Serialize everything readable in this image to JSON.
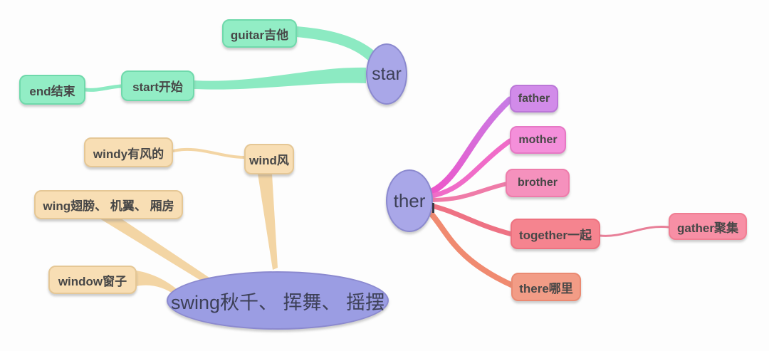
{
  "title": "word-family mind map",
  "palette": {
    "bg": "#fdfdfd",
    "text": "#474747",
    "ellipse_text": "#3d4057",
    "mint_fill": "#92edc5",
    "mint_border": "#6fd9ab",
    "mint_link": "#8ceac2",
    "lavender_fill": "#a9a7e8",
    "lavender_border": "#8b89cf",
    "periwinkle_fill": "#9b9de3",
    "tan_fill": "#f8deb4",
    "tan_border": "#e5c795",
    "tan_link": "#f3d5a4",
    "father_fill": "#d18be9",
    "father_border": "#bb77d8",
    "mother_fill": "#f48fda",
    "mother_border": "#e678c4",
    "brother_fill": "#f591bd",
    "brother_border": "#ee7cab",
    "together_fill": "#f5848f",
    "together_border": "#ee7280",
    "gather_fill": "#f78fa5",
    "gather_border": "#f07e93",
    "there_fill": "#f29c86",
    "there_border": "#ea8a72",
    "link_magenta": "#ee55c8",
    "link_violet": "#c77ce6",
    "link_pink": "#f06cc8",
    "link_rose": "#ef7ba8",
    "link_red": "#ee7284",
    "link_salmon": "#f08a70",
    "link_gather": "#e87f98"
  },
  "nodes": {
    "star": {
      "label": "star"
    },
    "guitar": {
      "label": "guitar吉他"
    },
    "start": {
      "label": "start开始"
    },
    "end": {
      "label": "end结束"
    },
    "swing": {
      "label": "swing秋千、 挥舞、 摇摆"
    },
    "wind": {
      "label": "wind风"
    },
    "windy": {
      "label": "windy有风的"
    },
    "wing": {
      "label": "wing翅膀、 机翼、 厢房"
    },
    "window": {
      "label": "window窗子"
    },
    "ther": {
      "label": "ther"
    },
    "father": {
      "label": "father"
    },
    "mother": {
      "label": "mother"
    },
    "brother": {
      "label": "brother"
    },
    "together": {
      "label": "together一起"
    },
    "gather": {
      "label": "gather聚集"
    },
    "there": {
      "label": "there哪里"
    }
  },
  "edges": [
    {
      "from": "star",
      "to": "guitar"
    },
    {
      "from": "star",
      "to": "start"
    },
    {
      "from": "start",
      "to": "end"
    },
    {
      "from": "swing",
      "to": "wind"
    },
    {
      "from": "wind",
      "to": "windy"
    },
    {
      "from": "swing",
      "to": "wing"
    },
    {
      "from": "swing",
      "to": "window"
    },
    {
      "from": "ther",
      "to": "father"
    },
    {
      "from": "ther",
      "to": "mother"
    },
    {
      "from": "ther",
      "to": "brother"
    },
    {
      "from": "ther",
      "to": "together"
    },
    {
      "from": "together",
      "to": "gather"
    },
    {
      "from": "ther",
      "to": "there"
    }
  ]
}
